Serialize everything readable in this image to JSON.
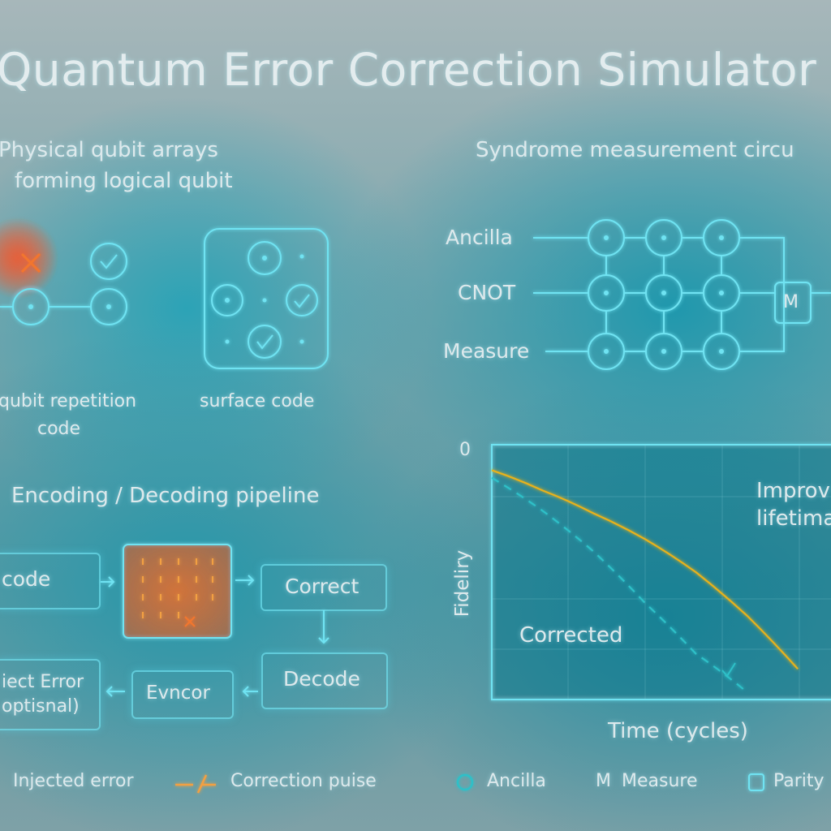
{
  "title": "Quantum Error Correction Simulator",
  "physical_section": {
    "heading_line1": "Physical qubit arrays",
    "heading_line2": "forming logical qubit",
    "repetition_label_line1": "qubit repetition",
    "repetition_label_line2": "code",
    "surface_label": "surface code"
  },
  "syndrome_section": {
    "heading": "Syndrome measurement circu",
    "row_labels": [
      "Ancilla",
      "CNOT",
      "Measure"
    ],
    "measure_symbol": "M"
  },
  "pipeline": {
    "heading": "Encoding / Decoding pipeline",
    "encode": "code",
    "correct": "Correct",
    "decode": "Decode",
    "evncor": "Evncor",
    "inject_line1": "iect Error",
    "inject_line2": "optisnal)"
  },
  "chart": {
    "y_tick": "0",
    "ylabel": "Fideliry",
    "xlabel": "Time (cycles)",
    "annotation_line1": "Improv",
    "annotation_line2": "lifetima",
    "corrected_label": "Corrected"
  },
  "chart_data": {
    "type": "line",
    "xlabel": "Time (cycles)",
    "ylabel": "Fideliry",
    "series": [
      {
        "name": "",
        "style": "solid",
        "color": "#e8b21a",
        "x": [
          0,
          1,
          2,
          3,
          4,
          5,
          6
        ],
        "y": [
          0.9,
          0.82,
          0.73,
          0.63,
          0.5,
          0.33,
          0.12
        ]
      },
      {
        "name": "",
        "style": "dashed",
        "color": "#2ec0c8",
        "x": [
          0,
          1,
          2,
          3,
          4,
          5
        ],
        "y": [
          0.87,
          0.74,
          0.58,
          0.38,
          0.18,
          0.03
        ]
      }
    ],
    "xlim": [
      0,
      7
    ],
    "ylim": [
      0,
      1
    ]
  },
  "legend": {
    "injected": "Injected error",
    "correction": "Correction puise",
    "ancilla": "Ancilla",
    "measure_symbol": "M",
    "measure": "Measure",
    "parity": "Parity"
  },
  "colors": {
    "cyan": "#6fe3f2",
    "orange": "#f2762f",
    "yellow": "#e8b21a"
  }
}
